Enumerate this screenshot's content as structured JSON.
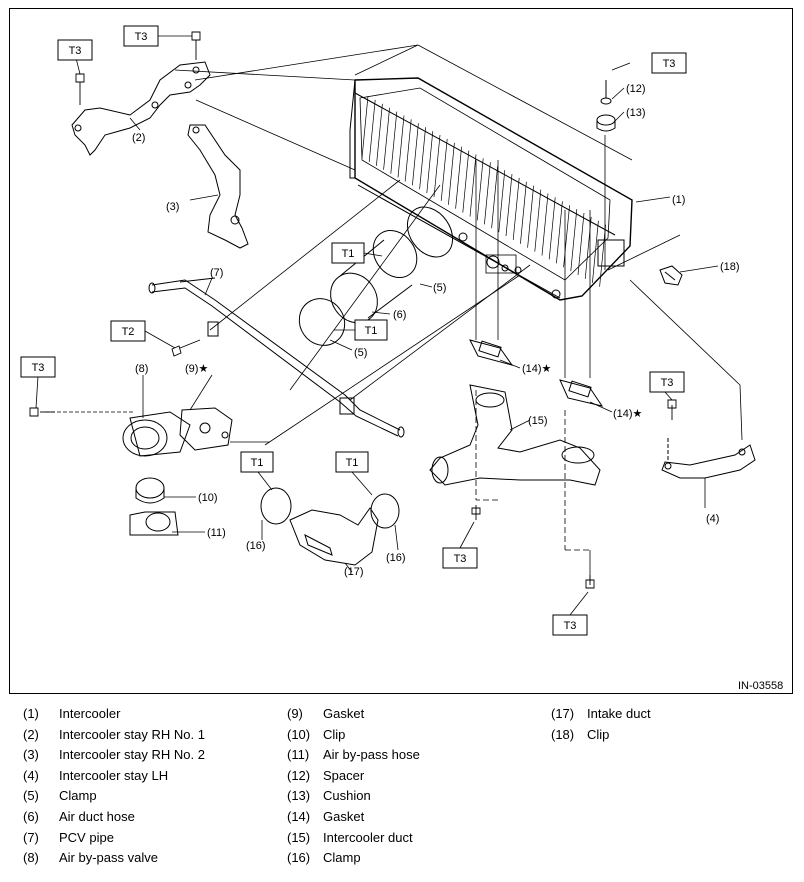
{
  "figure_id": "IN-03558",
  "torque_labels": [
    {
      "id": "t3-a",
      "text": "T3"
    },
    {
      "id": "t3-b",
      "text": "T3"
    },
    {
      "id": "t3-c",
      "text": "T3"
    },
    {
      "id": "t1-a",
      "text": "T1"
    },
    {
      "id": "t1-b",
      "text": "T1"
    },
    {
      "id": "t2-a",
      "text": "T2"
    },
    {
      "id": "t3-d",
      "text": "T3"
    },
    {
      "id": "t3-e",
      "text": "T3"
    },
    {
      "id": "t1-c",
      "text": "T1"
    },
    {
      "id": "t1-d",
      "text": "T1"
    },
    {
      "id": "t3-f",
      "text": "T3"
    },
    {
      "id": "t3-g",
      "text": "T3"
    }
  ],
  "callouts": [
    {
      "id": "c1",
      "text": "(1)"
    },
    {
      "id": "c2",
      "text": "(2)"
    },
    {
      "id": "c3",
      "text": "(3)"
    },
    {
      "id": "c4",
      "text": "(4)"
    },
    {
      "id": "c5a",
      "text": "(5)"
    },
    {
      "id": "c5b",
      "text": "(5)"
    },
    {
      "id": "c6",
      "text": "(6)"
    },
    {
      "id": "c7",
      "text": "(7)"
    },
    {
      "id": "c8",
      "text": "(8)"
    },
    {
      "id": "c9",
      "text": "(9)★"
    },
    {
      "id": "c10",
      "text": "(10)"
    },
    {
      "id": "c11",
      "text": "(11)"
    },
    {
      "id": "c12",
      "text": "(12)"
    },
    {
      "id": "c13",
      "text": "(13)"
    },
    {
      "id": "c14a",
      "text": "(14)★"
    },
    {
      "id": "c14b",
      "text": "(14)★"
    },
    {
      "id": "c15",
      "text": "(15)"
    },
    {
      "id": "c16a",
      "text": "(16)"
    },
    {
      "id": "c16b",
      "text": "(16)"
    },
    {
      "id": "c17",
      "text": "(17)"
    },
    {
      "id": "c18",
      "text": "(18)"
    }
  ],
  "legend": [
    [
      {
        "num": "(1)",
        "name": "Intercooler"
      },
      {
        "num": "(2)",
        "name": "Intercooler stay RH No. 1"
      },
      {
        "num": "(3)",
        "name": "Intercooler stay RH No. 2"
      },
      {
        "num": "(4)",
        "name": "Intercooler stay LH"
      },
      {
        "num": "(5)",
        "name": "Clamp"
      },
      {
        "num": "(6)",
        "name": "Air duct hose"
      },
      {
        "num": "(7)",
        "name": "PCV pipe"
      },
      {
        "num": "(8)",
        "name": "Air by-pass valve"
      }
    ],
    [
      {
        "num": "(9)",
        "name": "Gasket"
      },
      {
        "num": "(10)",
        "name": "Clip"
      },
      {
        "num": "(11)",
        "name": "Air by-pass hose"
      },
      {
        "num": "(12)",
        "name": "Spacer"
      },
      {
        "num": "(13)",
        "name": "Cushion"
      },
      {
        "num": "(14)",
        "name": "Gasket"
      },
      {
        "num": "(15)",
        "name": "Intercooler duct"
      },
      {
        "num": "(16)",
        "name": "Clamp"
      }
    ],
    [
      {
        "num": "(17)",
        "name": "Intake duct"
      },
      {
        "num": "(18)",
        "name": "Clip"
      }
    ]
  ]
}
